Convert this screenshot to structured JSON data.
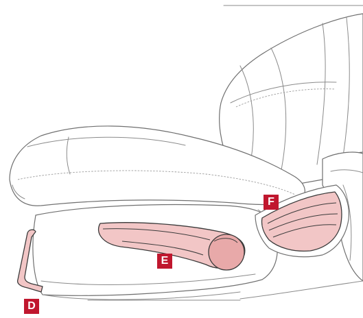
{
  "callouts": {
    "d": {
      "label": "D"
    },
    "e": {
      "label": "E"
    },
    "f": {
      "label": "F"
    }
  },
  "colors": {
    "marker": "#c0172e",
    "control_fill": "#f2c6c6",
    "control_shade": "#e8a9a9",
    "outline": "#6f6f6f"
  }
}
